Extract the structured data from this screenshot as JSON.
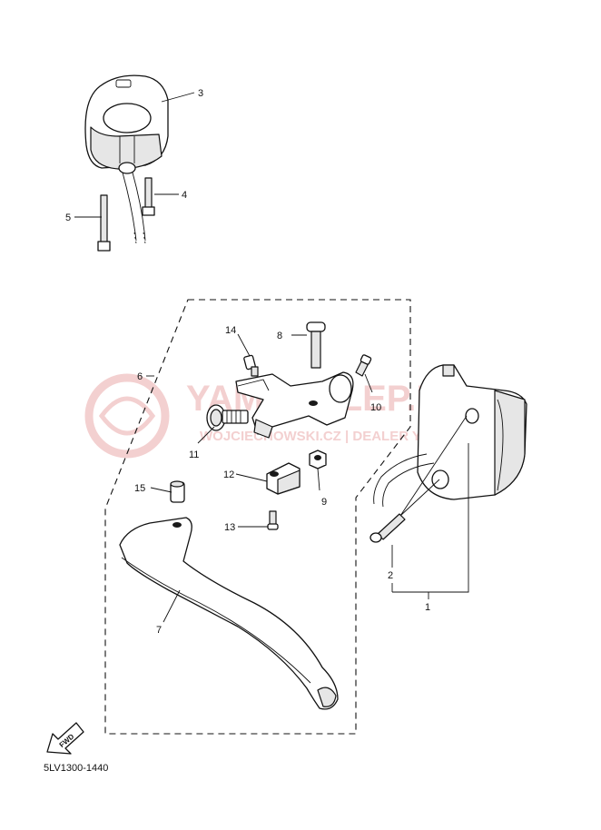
{
  "catalog_code": "5LV1300-1440",
  "fwd_label": "FWD",
  "watermark": {
    "line1": "YAMASKLEP.PL",
    "line2": "WOJCIECHOWSKI.CZ | DEALER YAMAHA",
    "color": "#f2c8c8"
  },
  "callouts": {
    "c1": "1",
    "c2": "2",
    "c3": "3",
    "c4": "4",
    "c5": "5",
    "c6": "6",
    "c7": "7",
    "c8": "8",
    "c9": "9",
    "c10": "10",
    "c11": "11",
    "c12": "12",
    "c13": "13",
    "c14": "14",
    "c15": "15"
  }
}
